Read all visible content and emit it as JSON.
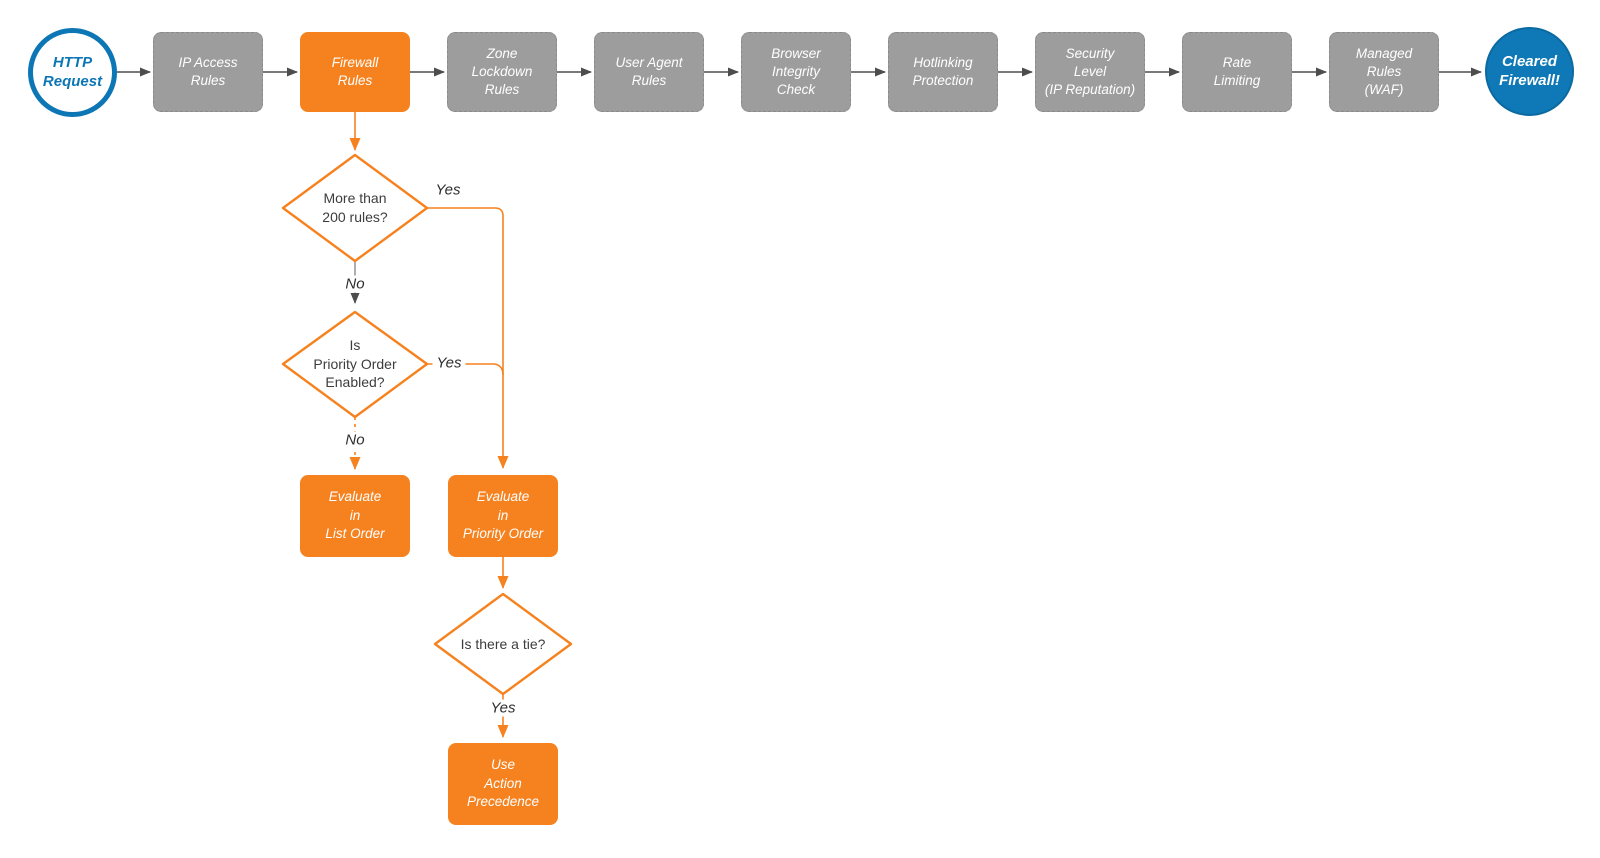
{
  "colors": {
    "accent_orange": "#F6821F",
    "stage_gray": "#9D9D9D",
    "terminal_blue": "#0E79B6",
    "arrow_gray": "#4D4D4D",
    "text_dark": "#3D3D3D"
  },
  "pipeline": {
    "start": "HTTP\nRequest",
    "stages": [
      "IP Access\nRules",
      "Firewall\nRules",
      "Zone\nLockdown\nRules",
      "User Agent\nRules",
      "Browser\nIntegrity\nCheck",
      "Hotlinking\nProtection",
      "Security\nLevel\n(IP Reputation)",
      "Rate\nLimiting",
      "Managed\nRules\n(WAF)"
    ],
    "end": "Cleared\nFirewall!"
  },
  "decisions": {
    "more_than_200_rules": "More than\n200 rules?",
    "priority_order_enabled": "Is\nPriority Order\nEnabled?",
    "is_there_a_tie": "Is there a tie?"
  },
  "actions": {
    "list_order": "Evaluate\nin\nList Order",
    "priority_order": "Evaluate\nin\nPriority Order",
    "action_precedence": "Use\nAction\nPrecedence"
  },
  "edge_labels": {
    "d1_yes": "Yes",
    "d1_no": "No",
    "d2_yes": "Yes",
    "d2_no": "No",
    "d3_yes": "Yes"
  }
}
